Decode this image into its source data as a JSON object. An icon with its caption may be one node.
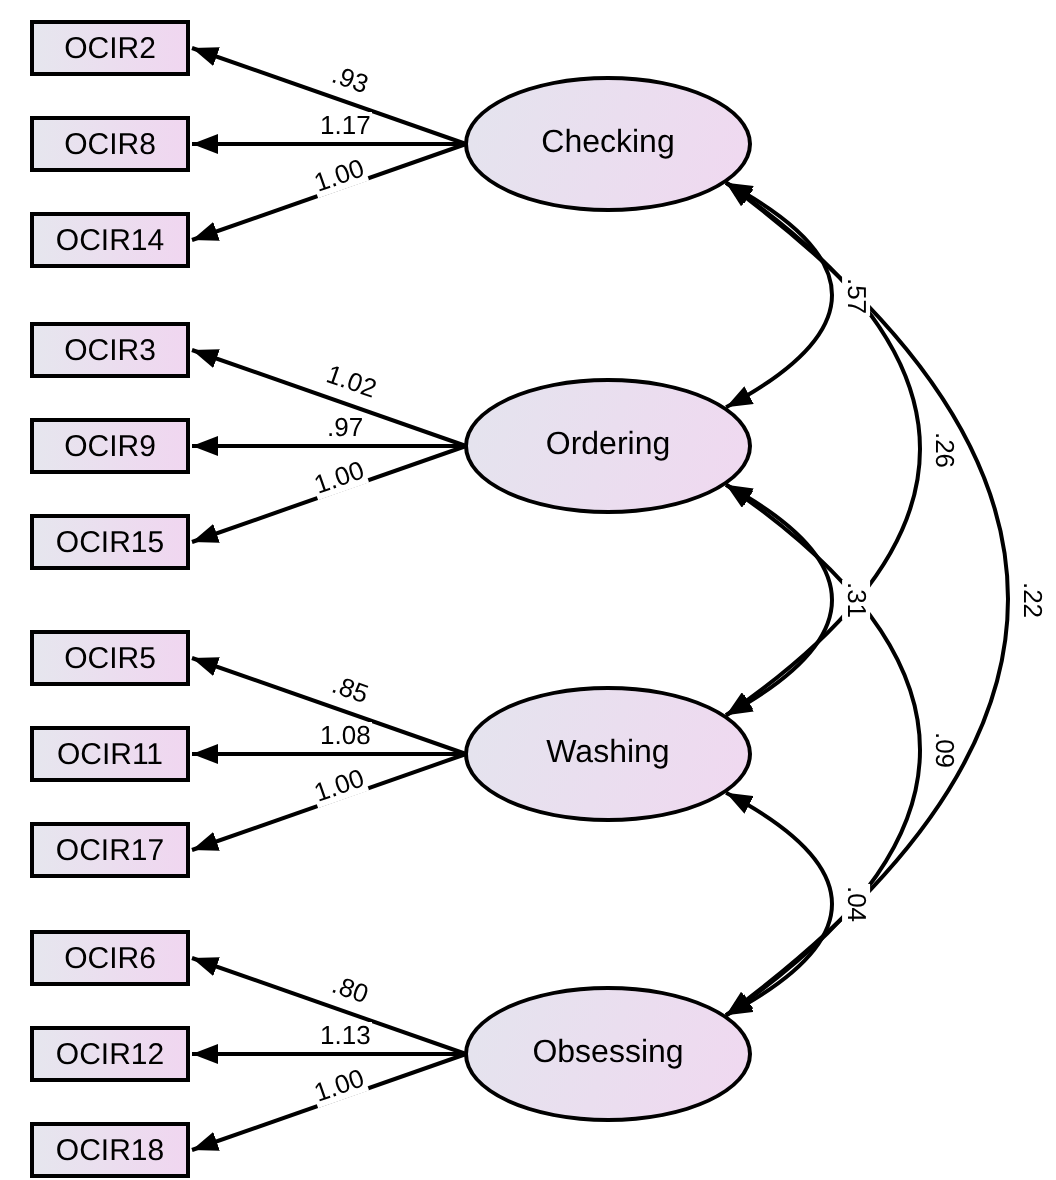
{
  "diagram": {
    "nodes": [
      {
        "text": [
          "OCIR2"
        ]
      },
      {
        "text": [
          "OCIR8"
        ]
      },
      {
        "text": [
          "OCIR14"
        ]
      },
      {
        "text": [
          "Checking"
        ]
      },
      {
        "text": [
          "OCIR3"
        ]
      },
      {
        "text": [
          "OCIR9"
        ]
      },
      {
        "text": [
          "OCIR15"
        ]
      },
      {
        "text": [
          "Ordering"
        ]
      },
      {
        "text": [
          "OCIR5"
        ]
      },
      {
        "text": [
          "OCIR11"
        ]
      },
      {
        "text": [
          "OCIR17"
        ]
      },
      {
        "text": [
          "Washing"
        ]
      },
      {
        "text": [
          "OCIR6"
        ]
      },
      {
        "text": [
          "OCIR12"
        ]
      },
      {
        "text": [
          "OCIR18"
        ]
      },
      {
        "text": [
          "Obsessing"
        ]
      }
    ],
    "edges": [
      {
        "from": 3,
        "to": 0,
        "arrow": "to",
        "label": ".93"
      },
      {
        "from": 3,
        "to": 1,
        "arrow": "to",
        "label": "1.17"
      },
      {
        "from": 3,
        "to": 2,
        "arrow": "to",
        "label": "1.00"
      },
      {
        "from": 7,
        "to": 4,
        "arrow": "to",
        "label": "1.02"
      },
      {
        "from": 7,
        "to": 5,
        "arrow": "to",
        "label": ".97"
      },
      {
        "from": 7,
        "to": 6,
        "arrow": "to",
        "label": "1.00"
      },
      {
        "from": 11,
        "to": 8,
        "arrow": "to",
        "label": ".85"
      },
      {
        "from": 11,
        "to": 9,
        "arrow": "to",
        "label": "1.08"
      },
      {
        "from": 11,
        "to": 10,
        "arrow": "to",
        "label": "1.00"
      },
      {
        "from": 15,
        "to": 12,
        "arrow": "to",
        "label": ".80"
      },
      {
        "from": 15,
        "to": 13,
        "arrow": "to",
        "label": "1.13"
      },
      {
        "from": 15,
        "to": 14,
        "arrow": "to",
        "label": "1.00"
      },
      {
        "from": 3,
        "to": 7,
        "arrow": "both",
        "label": ".57"
      },
      {
        "from": 3,
        "to": 11,
        "arrow": "both",
        "label": ".26"
      },
      {
        "from": 3,
        "to": 15,
        "arrow": "both",
        "label": ".22"
      },
      {
        "from": 7,
        "to": 11,
        "arrow": "both",
        "label": ".31"
      },
      {
        "from": 7,
        "to": 15,
        "arrow": "both",
        "label": ".09"
      },
      {
        "from": 11,
        "to": 15,
        "arrow": "both",
        "label": ".04"
      }
    ]
  }
}
